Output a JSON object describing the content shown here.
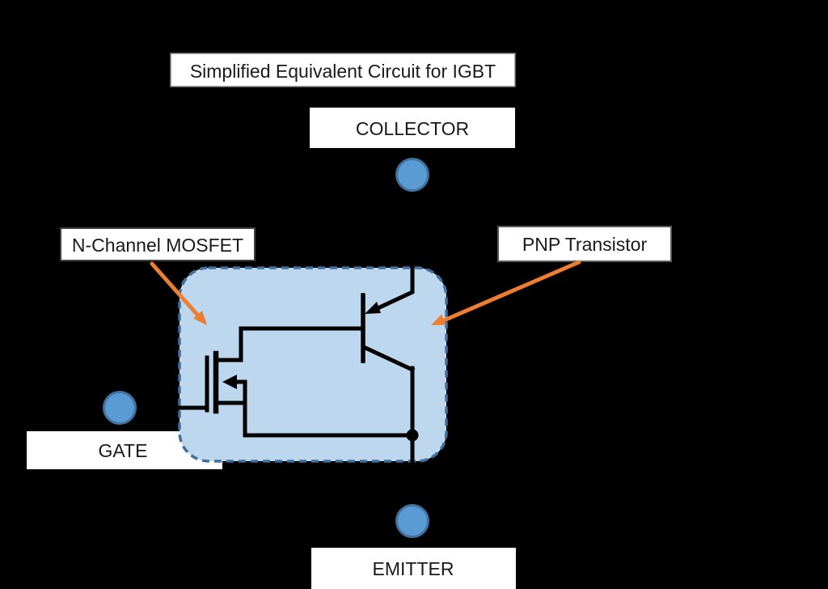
{
  "diagram": {
    "title": "Simplified Equivalent Circuit for IGBT",
    "terminals": {
      "collector": "COLLECTOR",
      "gate": "GATE",
      "emitter": "EMITTER"
    },
    "callouts": {
      "mosfet": "N-Channel MOSFET",
      "pnp": "PNP Transistor"
    },
    "colors": {
      "background": "#000000",
      "module_fill": "#BDD7EE",
      "module_border": "#41719C",
      "terminal_fill": "#5B9BD5",
      "terminal_border": "#41719C",
      "callout_arrow": "#ED7D31",
      "wire": "#000000",
      "label_text": "#1A1A1A"
    }
  }
}
